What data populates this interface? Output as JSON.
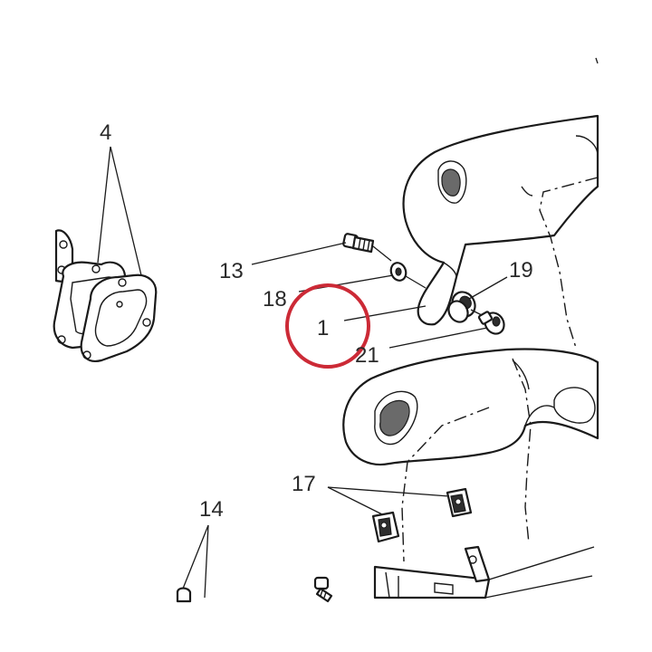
{
  "callouts": {
    "c4": "4",
    "c13": "13",
    "c18": "18",
    "c1": "1",
    "c19": "19",
    "c21": "21",
    "c17": "17",
    "c14": "14"
  },
  "highlight_color": "#cc2a36",
  "line_color": "#1a1a1a"
}
